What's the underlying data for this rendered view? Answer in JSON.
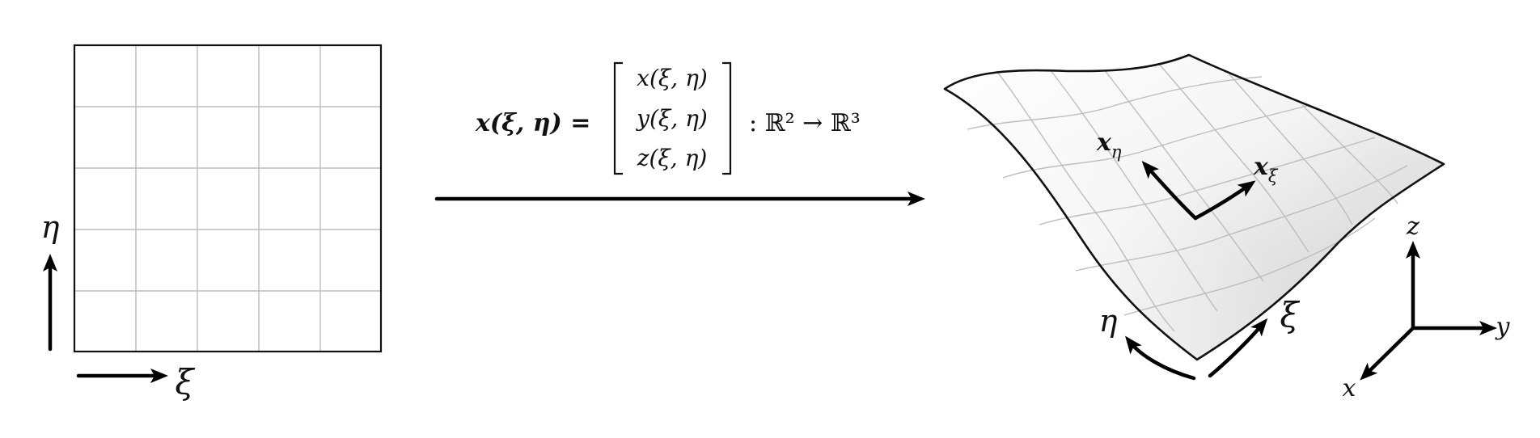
{
  "param_domain": {
    "xi_label": "ξ",
    "eta_label": "η"
  },
  "mapping": {
    "lhs": "x(ξ, η) =",
    "matrix_rows": [
      "x(ξ, η)",
      "y(ξ, η)",
      "z(ξ, η)"
    ],
    "rhs": ": ℝ² → ℝ³"
  },
  "surface": {
    "x_eta_label": "x",
    "x_eta_sub": "η",
    "x_xi_label": "x",
    "x_xi_sub": "ξ",
    "eta_label": "η",
    "xi_label": "ξ"
  },
  "axes3d": {
    "z_label": "z",
    "y_label": "y",
    "x_label": "x"
  },
  "colors": {
    "grid": "#bdbdbd",
    "ink": "#000000",
    "surface_light": "#ffffff",
    "surface_shade": "#c8c8c8"
  }
}
